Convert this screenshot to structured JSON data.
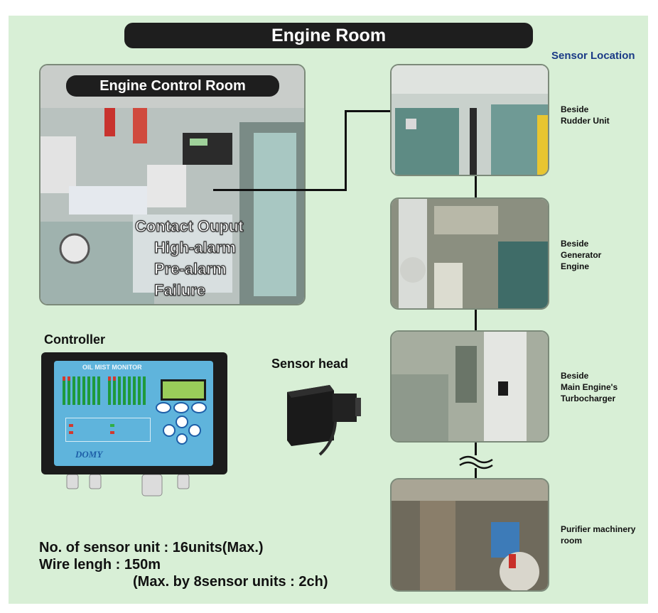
{
  "header": {
    "title": "Engine Room"
  },
  "sensor_location_title": "Sensor Location",
  "control_room": {
    "label": "Engine Control Room",
    "contact_lines": [
      "Contact Ouput",
      "High-alarm",
      "Pre-alarm",
      "Failure"
    ]
  },
  "controller": {
    "title": "Controller",
    "panel_heading": "OIL MIST MONITOR",
    "brand": "DOMY"
  },
  "sensor_head": {
    "title": "Sensor head"
  },
  "locations": [
    {
      "name": "rudder",
      "lines": [
        "Beside",
        "Rudder Unit"
      ]
    },
    {
      "name": "generator",
      "lines": [
        "Beside",
        "Generator",
        "Engine"
      ]
    },
    {
      "name": "turbocharger",
      "lines": [
        "Beside",
        "Main Engine's",
        "Turbocharger"
      ]
    },
    {
      "name": "purifier",
      "lines": [
        "Purifier machinery",
        "room"
      ]
    }
  ],
  "specs": {
    "line1": "No. of sensor unit : 16units(Max.)",
    "line2": "Wire lengh : 150m",
    "line3": "(Max. by 8sensor units : 2ch)"
  },
  "colors": {
    "panel_bg": "#d8efd6",
    "banner_bg": "#1e1e1e",
    "accent_blue": "#1a3a86"
  }
}
